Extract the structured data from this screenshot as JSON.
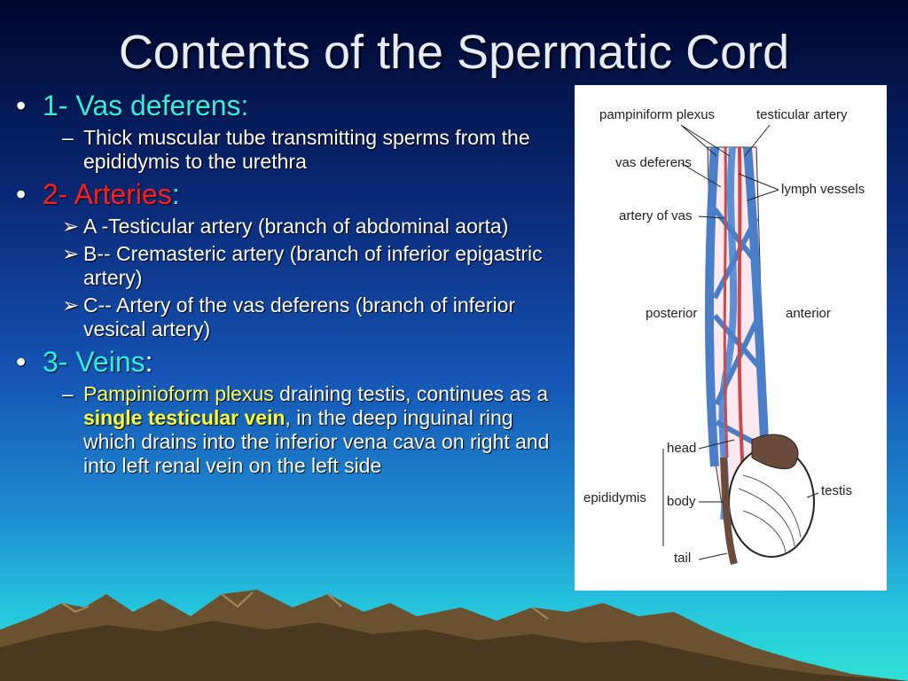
{
  "slide": {
    "title": "Contents of the Spermatic Cord",
    "bullets": {
      "vas": {
        "heading": "1- Vas deferens:",
        "sub": "Thick muscular tube transmitting sperms from the epididymis to the urethra"
      },
      "arteries": {
        "heading": "2- Arteries",
        "colon": ":",
        "items": [
          "A -Testicular artery (branch of abdominal aorta)",
          "B-- Cremasteric artery (branch of inferior epigastric artery)",
          "C-- Artery of the vas deferens (branch of inferior vesical artery)"
        ]
      },
      "veins": {
        "heading": "3- Veins",
        "colon": ":",
        "sub_highlight": "Pampinioform plexus",
        "sub_text1": " draining testis, continues as a ",
        "sub_bold": "single testicular vein",
        "sub_text2": ", in the deep inguinal ring which drains into the inferior vena cava on right and into left renal vein on the left side"
      }
    },
    "markers": {
      "bullet": "•",
      "dash": "–",
      "arrow": "➢"
    }
  },
  "figure": {
    "labels": {
      "pampiniform": "pampiniform plexus",
      "testicular_artery": "testicular artery",
      "vas_deferens": "vas deferens",
      "lymph": "lymph vessels",
      "artery_vas": "artery of vas",
      "posterior": "posterior",
      "anterior": "anterior",
      "head": "head",
      "epididymis": "epididymis",
      "body": "body",
      "testis": "testis",
      "tail": "tail"
    }
  }
}
